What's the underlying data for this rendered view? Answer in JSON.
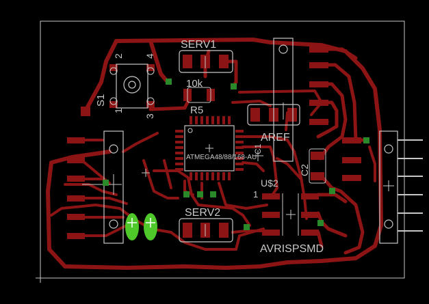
{
  "board": {
    "colors": {
      "background": "#000000",
      "trace": "#8c1414",
      "silkscreen": "#c8c8c8",
      "via": "#2a8a2a",
      "through_hole_pad": "#4fc92a",
      "outline": "#c8c8c8"
    },
    "labels": {
      "serv1": "SERV1",
      "serv2": "SERV2",
      "r_value": "10k",
      "r_name": "R5",
      "s1": "S1",
      "pin2": "2",
      "pin4": "4",
      "pin1": "1",
      "pin3": "3",
      "aref": "AREF",
      "mcu": "ATMEGA48/88/168-AU",
      "c2": "C2",
      "c1": "C1",
      "u2": "U$2",
      "u2_pin1": "1",
      "avrisp": "AVRISPSMD"
    },
    "icons": {
      "origin": "crosshair-icon"
    }
  }
}
